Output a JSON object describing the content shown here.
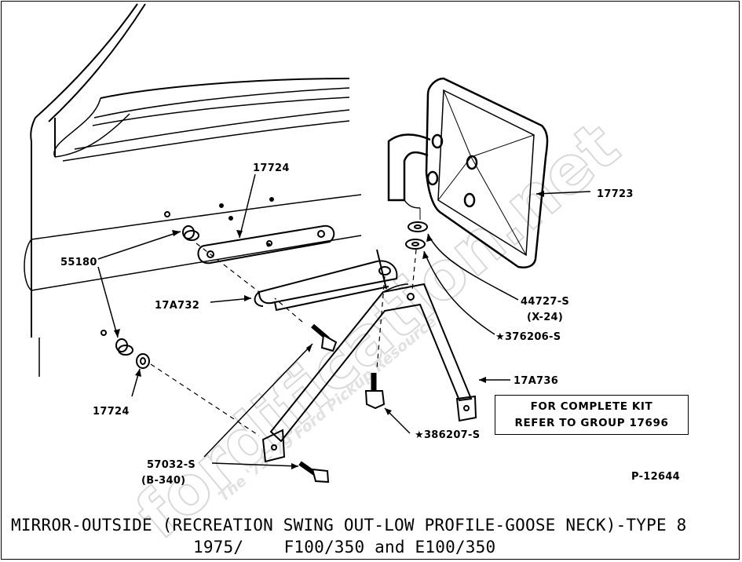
{
  "watermark": {
    "text": "fordification.net",
    "subtext": "The '73-'79 Ford Pickup Resource"
  },
  "labels": {
    "part_17724_top": "17724",
    "part_17723": "17723",
    "part_55180": "55180",
    "part_17A732": "17A732",
    "part_44727": "44727-S",
    "part_44727_sub": "(X-24)",
    "part_376206": "★376206-S",
    "part_17A736": "17A736",
    "part_17724_bottom": "17724",
    "part_386207": "★386207-S",
    "part_57032": "57032-S",
    "part_57032_sub": "(B-340)",
    "figure_number": "P-12644"
  },
  "kit_note": {
    "line1": "FOR COMPLETE KIT",
    "line2": "REFER TO GROUP 17696"
  },
  "caption": {
    "line1": "MIRROR-OUTSIDE (RECREATION SWING OUT-LOW PROFILE-GOOSE NECK)-TYPE 8",
    "line2": "1975/    F100/350 and E100/350"
  }
}
